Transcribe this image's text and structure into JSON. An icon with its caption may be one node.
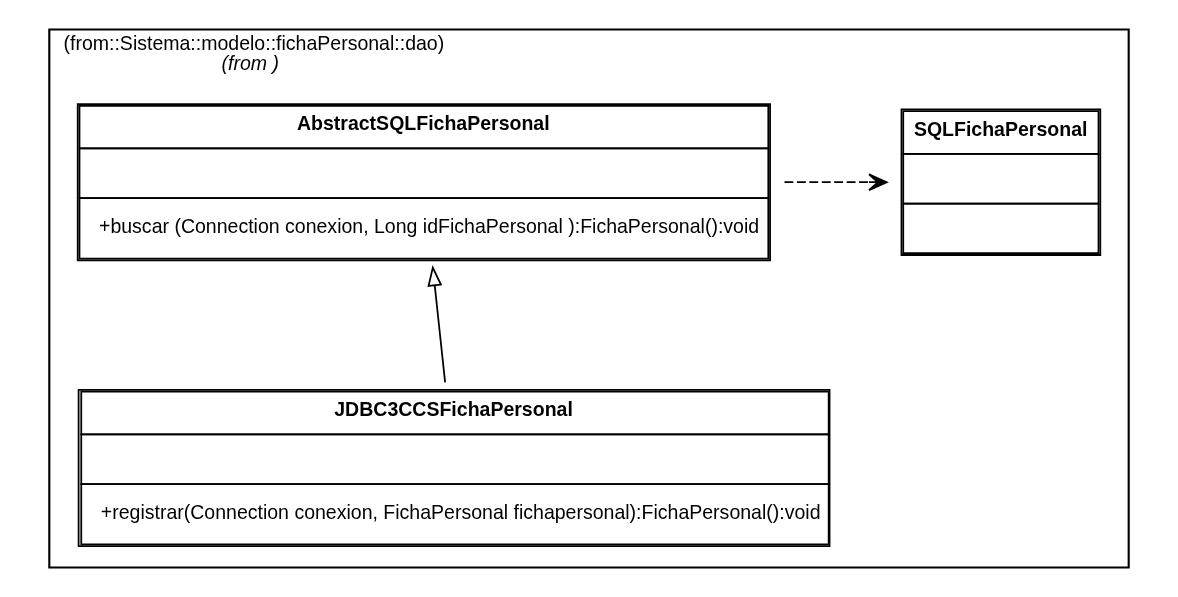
{
  "diagram": {
    "nodes": [
      {
        "text": [
          "(from::Sistema::modelo::fichaPersonal::dao)",
          "(from )"
        ]
      },
      {
        "text": [
          "SQLFichaPersonal"
        ],
        "in": 0
      },
      {
        "text": [
          "AbstractSQLFichaPersonal",
          "+buscar (Connection conexion, Long idFichaPersonal ):FichaPersonal():void"
        ],
        "in": 0
      },
      {
        "text": [
          "JDBC3CCSFichaPersonal",
          "+registrar(Connection conexion, FichaPersonal fichapersonal):FichaPersonal():void"
        ],
        "in": 0
      }
    ],
    "edges": [
      {
        "from": 2,
        "to": 1,
        "arrow": "to",
        "style": "dashed"
      },
      {
        "from": 3,
        "to": 2,
        "arrow": "to"
      }
    ]
  }
}
